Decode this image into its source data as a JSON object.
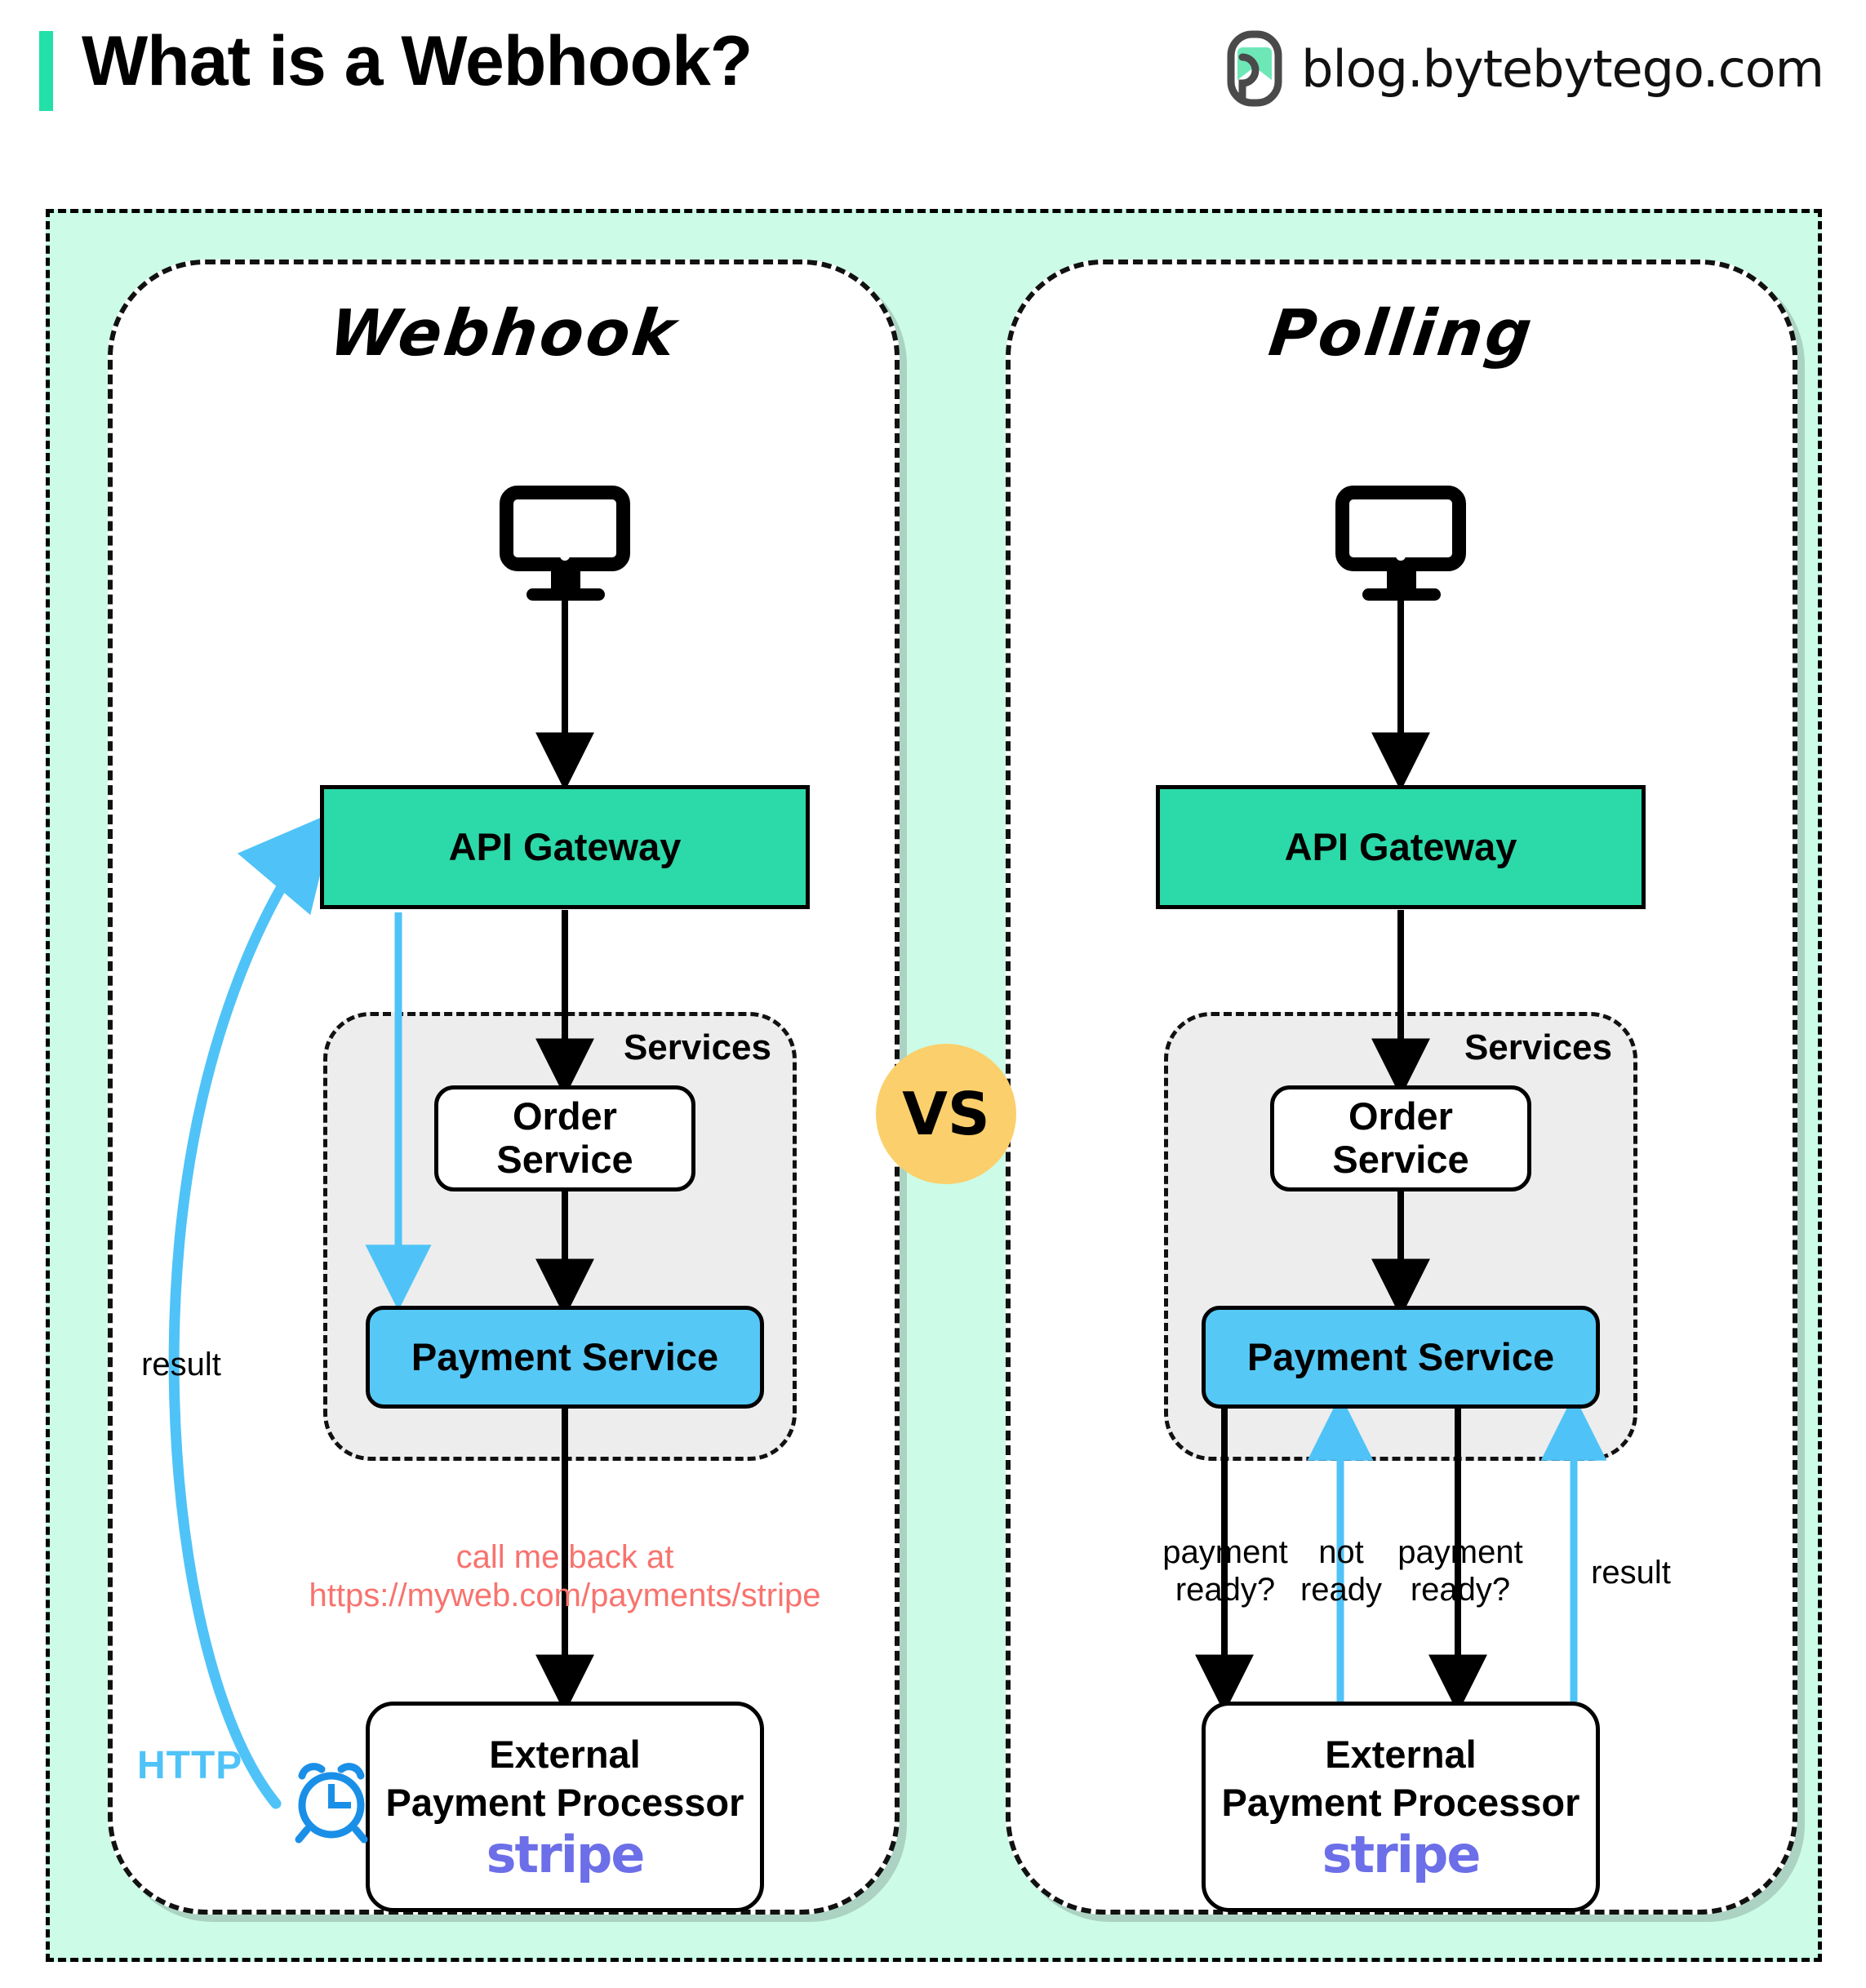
{
  "header": {
    "title": "What is a Webhook?",
    "brand": "blog.bytebytego.com",
    "logo_icon": "bytebytego-logo-icon",
    "accent_color": "#23E0A8"
  },
  "comparison": {
    "separator_label": "VS",
    "separator_color": "#FBCF6B"
  },
  "webhook": {
    "title": "Webhook",
    "client_icon": "monitor-icon",
    "gateway": "API Gateway",
    "services_label": "Services",
    "order_service": "Order\nService",
    "payment_service": "Payment Service",
    "external": {
      "line1": "External",
      "line2": "Payment Processor",
      "logo": "stripe"
    },
    "callback_label": "call me back at\nhttps://myweb.com/payments/stripe",
    "callback_color": "#F8736E",
    "result_label": "result",
    "http_label": "HTTP",
    "http_color": "#4FC3F7",
    "clock_icon": "alarm-clock-icon",
    "clock_color": "#1A8FE8"
  },
  "polling": {
    "title": "Polling",
    "client_icon": "monitor-icon",
    "gateway": "API Gateway",
    "services_label": "Services",
    "order_service": "Order\nService",
    "payment_service": "Payment Service",
    "external": {
      "line1": "External",
      "line2": "Payment Processor",
      "logo": "stripe"
    },
    "edges": [
      {
        "label": "payment\nready?",
        "direction": "down",
        "color": "#000000"
      },
      {
        "label": "not\nready",
        "direction": "up",
        "color": "#4FC3F7"
      },
      {
        "label": "payment\nready?",
        "direction": "down",
        "color": "#000000"
      },
      {
        "label": "result",
        "direction": "up",
        "color": "#4FC3F7"
      }
    ]
  },
  "palette": {
    "mint_background": "#CCFBE7",
    "gateway_teal": "#2CD9A8",
    "payment_blue": "#56C8F5",
    "services_gray": "#EDEDED",
    "stripe_purple": "#6C6FE8"
  }
}
